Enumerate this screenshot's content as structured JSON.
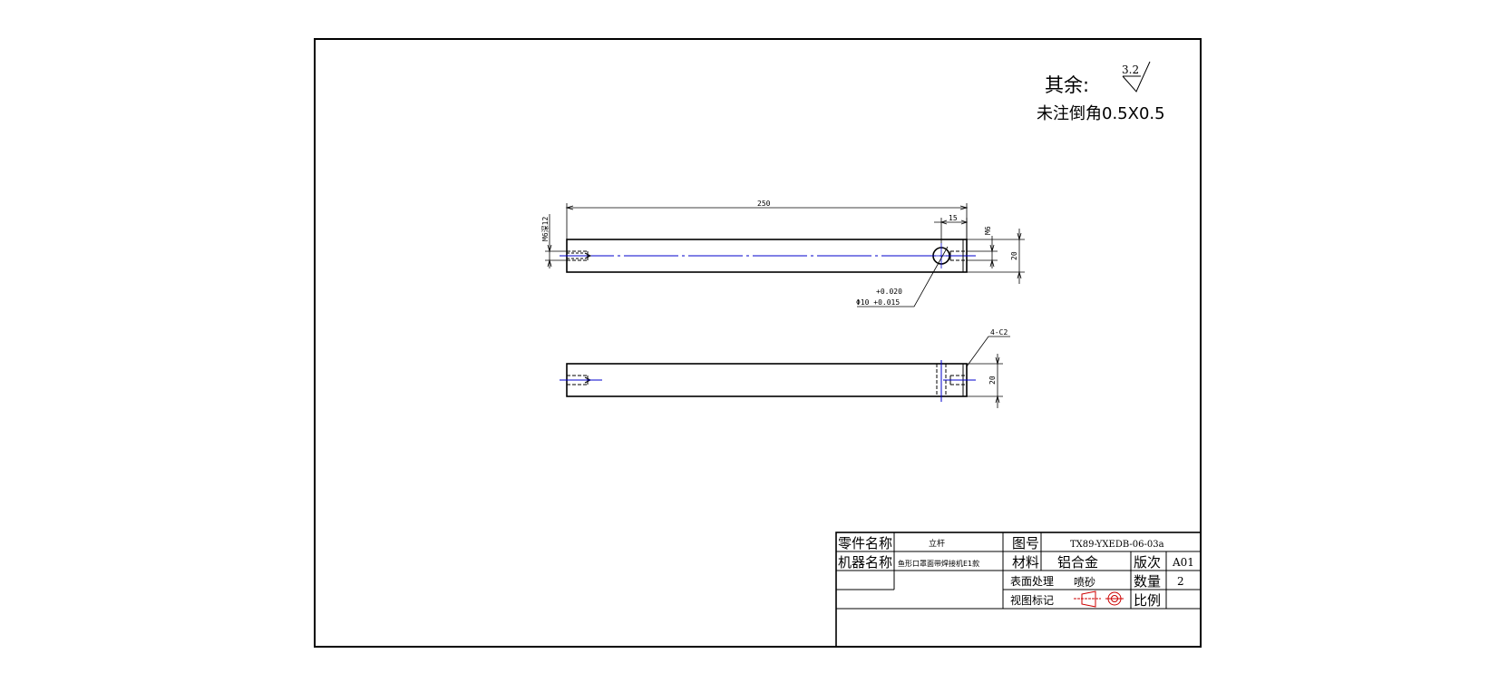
{
  "notes": {
    "other_label": "其余:",
    "roughness_value": "3.2",
    "chamfer_note": "未注倒角0.5X0.5"
  },
  "dimensions": {
    "length": "250",
    "hole_offset": "15",
    "thread": "M6深12",
    "small_dia": "M6",
    "diameter_top": "20",
    "diameter_bottom": "20",
    "tol_upper": "+0.020",
    "tol_lower": "Φ10 +0.015",
    "chamfer": "4-C2"
  },
  "title_block": {
    "part_name_label": "零件名称",
    "part_name": "立杆",
    "drawing_no_label": "图号",
    "drawing_no": "TX89-YXEDB-06-03a",
    "machine_name_label": "机器名称",
    "machine_name": "鱼形口罩面带焊接机E1款",
    "material_label": "材料",
    "material": "铝合金",
    "revision_label": "版次",
    "revision": "A01",
    "surface_label": "表面处理",
    "surface": "喷砂",
    "quantity_label": "数量",
    "quantity": "2",
    "view_label": "视图标记",
    "scale_label": "比例",
    "scale": ""
  },
  "colors": {
    "line": "#000000",
    "centerline": "#0000cc"
  }
}
